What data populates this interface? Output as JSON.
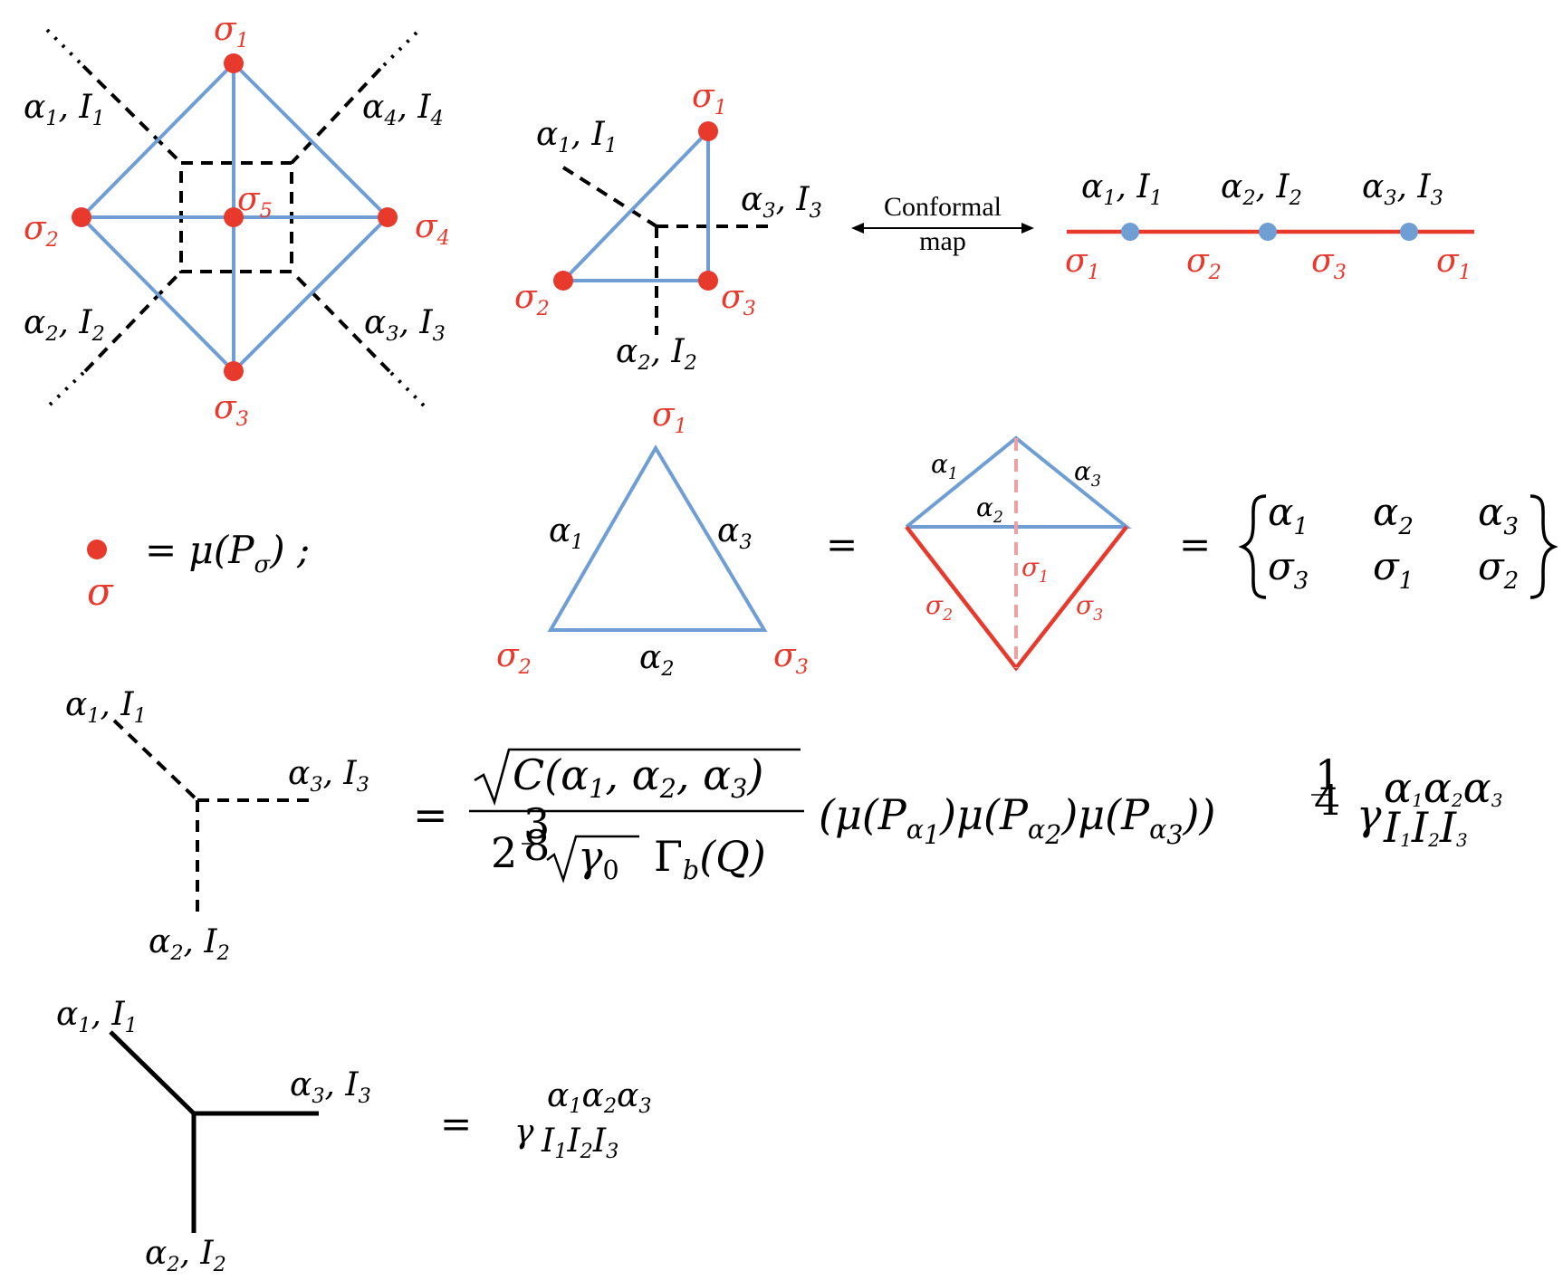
{
  "sigma": [
    "σ",
    "1",
    "2",
    "3",
    "4",
    "5"
  ],
  "alpha": [
    "α",
    "1",
    "2",
    "3",
    "4"
  ],
  "I": [
    "I",
    "1",
    "2",
    "3",
    "4"
  ],
  "map_label": [
    "Conformal",
    "map"
  ],
  "legend_eq": "= μ(P",
  "legend_close": ")  ;",
  "equals": "=",
  "formula_row": {
    "numerator": "C(α",
    "denominator_base": "2",
    "exponent_num": "3",
    "exponent_den": "8",
    "gamma0": "γ",
    "Gamma_b": "Γ",
    "Q": "(Q)",
    "product": "(μ(P",
    "quarter_num": "1",
    "quarter_den": "4",
    "gamma": "γ"
  },
  "matrix": {
    "top": [
      "α1",
      "α2",
      "α3"
    ],
    "bottom": [
      "σ3",
      "σ1",
      "σ2"
    ]
  },
  "colors": {
    "blue": "#6f9ed5",
    "red": "#e8392d",
    "pink": "#f0a0a0"
  }
}
